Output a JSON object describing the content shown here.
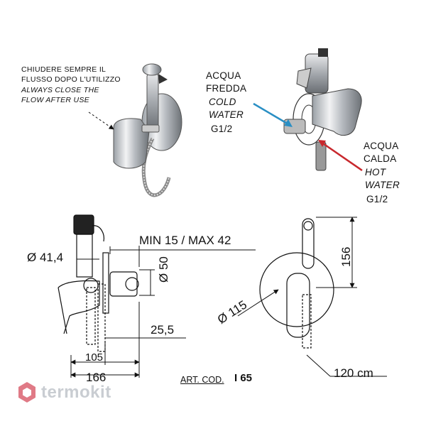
{
  "instructions": {
    "it_line1": "CHIUDERE SEMPRE IL",
    "it_line2": "FLUSSO DOPO L'UTILIZZO",
    "en_line1": "ALWAYS CLOSE THE",
    "en_line2": "FLOW AFTER  USE"
  },
  "cold_inlet": {
    "it_line1": "ACQUA",
    "it_line2": "FREDDA",
    "en_line1": "COLD",
    "en_line2": "WATER",
    "thread": "G1/2",
    "color": "#2a8fc4"
  },
  "hot_inlet": {
    "it_line1": "ACQUA",
    "it_line2": "CALDA",
    "en_line1": "HOT",
    "en_line2": "WATER",
    "thread": "G1/2",
    "color": "#c8282d"
  },
  "dimensions": {
    "min_max": "MIN 15 / MAX 42",
    "spray_diameter": "Ø 41,4",
    "body_diameter": "Ø 50",
    "offset": "25,5",
    "depth_105": "105",
    "depth_166": "166",
    "plate_diameter": "Ø 115",
    "height_156": "156",
    "hose_length": "120 cm"
  },
  "article_code": {
    "label": "ART. COD.",
    "value": "I 65"
  },
  "brand": {
    "name": "termokit",
    "color": "#c9cdd2",
    "accent": "#e07a86"
  }
}
